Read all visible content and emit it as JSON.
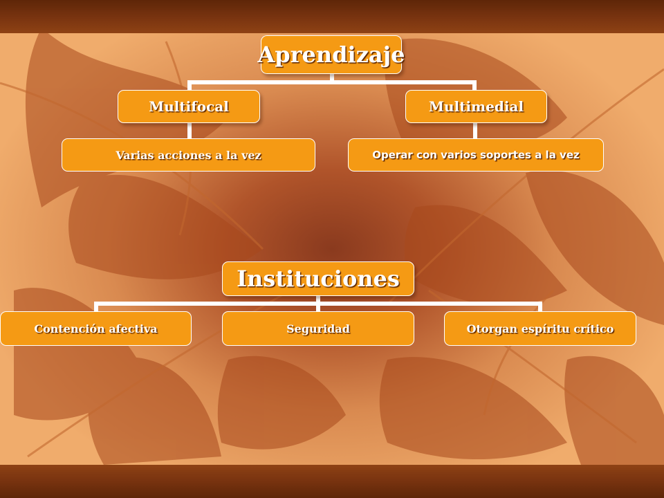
{
  "diagram_1": {
    "root": "Aprendizaje",
    "children": [
      {
        "label": "Multifocal",
        "child": "Varias acciones a la vez"
      },
      {
        "label": "Multimedial",
        "child": "Operar con varios soportes a la vez"
      }
    ]
  },
  "diagram_2": {
    "root": "Instituciones",
    "children": [
      "Contención afectiva",
      "Seguridad",
      "Otorgan espíritu crítico"
    ]
  },
  "colors": {
    "node_fill": "#f59a14",
    "node_border": "#ffffff",
    "band": "#7a3410",
    "leaf": "#a8481c",
    "background_center": "#8a3a1e",
    "background_edge": "#f0ac6c"
  }
}
